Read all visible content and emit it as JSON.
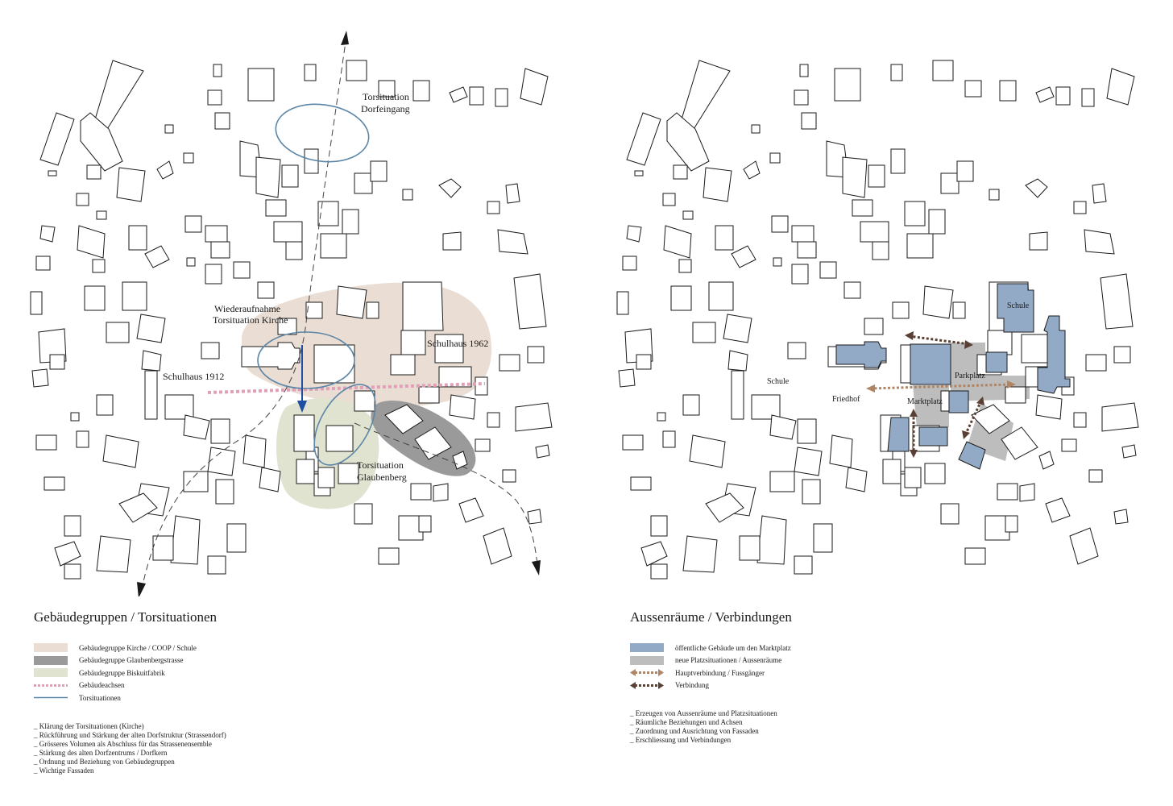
{
  "colors": {
    "group_kirche": "#eaddd3",
    "group_glaubenberg": "#9a9a9a",
    "group_biskuit": "#dfe3cf",
    "axis_pink": "#e0a0b8",
    "torsituation_blue": "#5b86a8",
    "arrow_blue": "#1f4fa0",
    "public_building_blue": "#93aac6",
    "new_square_grey": "#bdbdbd",
    "main_link_brown": "#b08565",
    "link_dark_brown": "#5a4034"
  },
  "left": {
    "title": "Gebäudegruppen / Torsituationen",
    "map_labels": {
      "torsituation_dorfeingang_1": "Torsituation",
      "torsituation_dorfeingang_2": "Dorfeingang",
      "wiederaufnahme_1": "Wiederaufnahme",
      "wiederaufnahme_2": "Torsituation Kirche",
      "schulhaus_1962": "Schulhaus 1962",
      "schulhaus_1912": "Schulhaus 1912",
      "torsituation_glaubenberg_1": "Torsituation",
      "torsituation_glaubenberg_2": "Glaubenberg"
    },
    "legend": [
      {
        "label": "Gebäudegruppe Kirche / COOP / Schule",
        "kind": "fill",
        "color": "#eaddd3"
      },
      {
        "label": "Gebäudegruppe Glaubenbergstrasse",
        "kind": "fill",
        "color": "#9a9a9a"
      },
      {
        "label": "Gebäudegruppe Biskuitfabrik",
        "kind": "fill",
        "color": "#dfe3cf"
      },
      {
        "label": "Gebäudeachsen",
        "kind": "dotted",
        "color": "#e0a0b8"
      },
      {
        "label": "Torsituationen",
        "kind": "line",
        "color": "#5b86a8"
      }
    ],
    "notes": [
      "_ Klärung der Torsituationen (Kirche)",
      "_ Rückführung und Stärkung der alten Dorfstruktur (Strassendorf)",
      "_ Grösseres Volumen als Abschluss für das Strassenensemble",
      "_ Stärkung des alten Dorfzentrums / Dorfkern",
      "_ Ordnung und Beziehung von Gebäudegruppen",
      "_ Wichtige Fassaden"
    ]
  },
  "right": {
    "title": "Aussenräume / Verbindungen",
    "map_labels": {
      "schule_top": "Schule",
      "schule_left": "Schule",
      "parkplatz": "Parkplatz",
      "friedhof": "Friedhof",
      "marktplatz": "Marktplatz"
    },
    "legend": [
      {
        "label": "öffentliche Gebäude um den Marktplatz",
        "kind": "fill",
        "color": "#93aac6"
      },
      {
        "label": "neue Platzsituationen / Aussenräume",
        "kind": "fill",
        "color": "#bdbdbd"
      },
      {
        "label": "Hauptverbindung / Fussgänger",
        "kind": "arrow",
        "color": "#b08565"
      },
      {
        "label": "Verbindung",
        "kind": "arrow",
        "color": "#5a4034"
      }
    ],
    "notes": [
      "_ Erzeugen von Aussenräume und Platzsituationen",
      "_ Räumliche Beziehungen und Achsen",
      "_ Zuordnung und Ausrichtung von Fassaden",
      "_ Erschliessung und Verbindungen"
    ]
  }
}
